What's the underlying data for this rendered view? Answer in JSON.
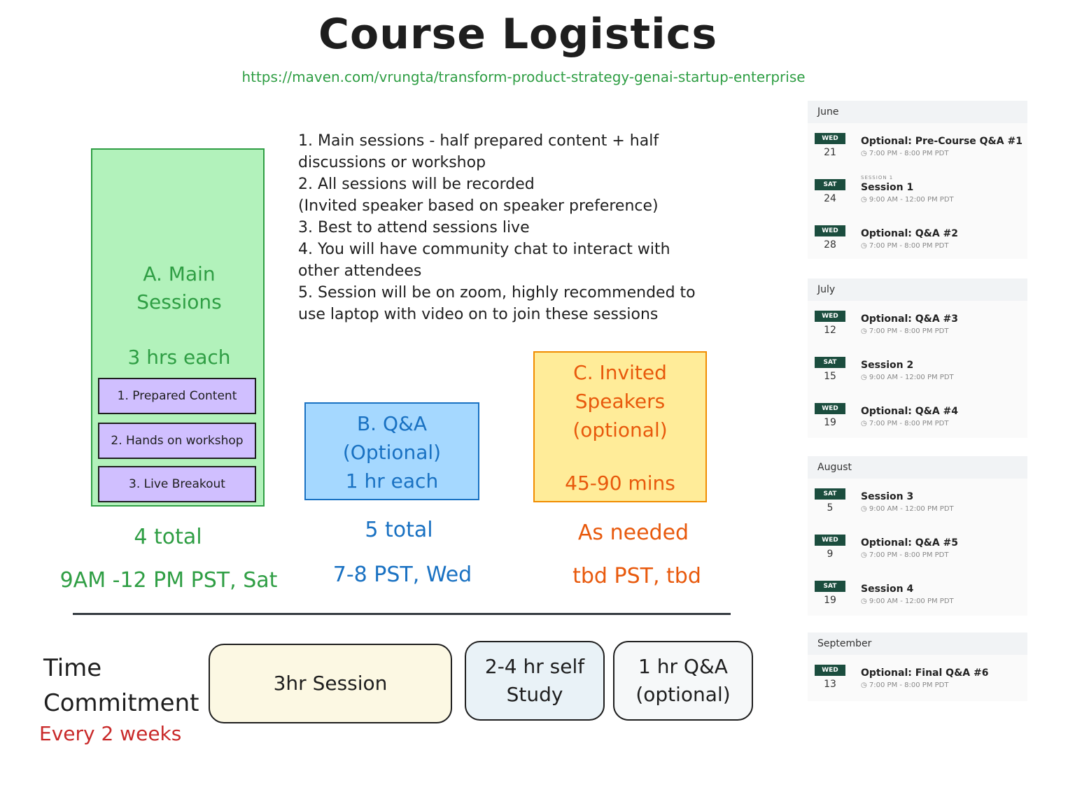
{
  "title": "Course Logistics",
  "url": "https://maven.com/vrungta/transform-product-strategy-genai-startup-enterprise",
  "notes": [
    "1. Main sessions - half prepared content + half",
    "discussions or workshop",
    "2. All sessions will be recorded",
    "(Invited speaker based on speaker preference)",
    "3. Best to attend sessions live",
    "4. You will have community chat to interact with",
    "other attendees",
    "5. Session will be on zoom, highly recommended to",
    "use laptop with video on to join these sessions"
  ],
  "main": {
    "title_line1": "A. Main",
    "title_line2": "Sessions",
    "duration": "3 hrs each",
    "parts": [
      "1. Prepared Content",
      "2. Hands on workshop",
      "3. Live Breakout"
    ],
    "total": "4 total",
    "schedule": "9AM -12 PM PST, Sat"
  },
  "qa": {
    "line1": "B. Q&A",
    "line2": "(Optional)",
    "line3": "1 hr each",
    "total": "5 total",
    "schedule": "7-8 PST, Wed"
  },
  "invited": {
    "line1": "C. Invited",
    "line2": "Speakers",
    "line3": "(optional)",
    "duration": "45-90 mins",
    "total": "As needed",
    "schedule": "tbd PST, tbd"
  },
  "time_commitment": {
    "label_line1": "Time",
    "label_line2": "Commitment",
    "frequency": "Every 2 weeks",
    "session": "3hr Session",
    "self_study_line1": "2-4 hr self",
    "self_study_line2": "Study",
    "qa_line1": "1 hr Q&A",
    "qa_line2": "(optional)"
  },
  "calendar": [
    {
      "month": "June",
      "events": [
        {
          "dow": "WED",
          "day": "21",
          "title": "Optional: Pre-Course Q&A #1",
          "time": "7:00 PM - 8:00 PM PDT",
          "kicker": ""
        },
        {
          "dow": "SAT",
          "day": "24",
          "title": "Session 1",
          "time": "9:00 AM - 12:00 PM PDT",
          "kicker": "SESSION 1"
        },
        {
          "dow": "WED",
          "day": "28",
          "title": "Optional: Q&A #2",
          "time": "7:00 PM - 8:00 PM PDT",
          "kicker": ""
        }
      ]
    },
    {
      "month": "July",
      "events": [
        {
          "dow": "WED",
          "day": "12",
          "title": "Optional: Q&A #3",
          "time": "7:00 PM - 8:00 PM PDT",
          "kicker": ""
        },
        {
          "dow": "SAT",
          "day": "15",
          "title": "Session 2",
          "time": "9:00 AM - 12:00 PM PDT",
          "kicker": ""
        },
        {
          "dow": "WED",
          "day": "19",
          "title": "Optional: Q&A #4",
          "time": "7:00 PM - 8:00 PM PDT",
          "kicker": ""
        }
      ]
    },
    {
      "month": "August",
      "events": [
        {
          "dow": "SAT",
          "day": "5",
          "title": "Session 3",
          "time": "9:00 AM - 12:00 PM PDT",
          "kicker": ""
        },
        {
          "dow": "WED",
          "day": "9",
          "title": "Optional: Q&A #5",
          "time": "7:00 PM - 8:00 PM PDT",
          "kicker": ""
        },
        {
          "dow": "SAT",
          "day": "19",
          "title": "Session 4",
          "time": "9:00 AM - 12:00 PM PDT",
          "kicker": ""
        }
      ]
    },
    {
      "month": "September",
      "events": [
        {
          "dow": "WED",
          "day": "13",
          "title": "Optional: Final Q&A #6",
          "time": "7:00 PM - 8:00 PM PDT",
          "kicker": ""
        }
      ]
    }
  ],
  "colors": {
    "main_fill": "#b2f2bb",
    "main_stroke": "#2f9e44",
    "part_fill": "#d0bfff",
    "qa_fill": "#a5d8ff",
    "qa_stroke": "#1971c2",
    "invited_fill": "#ffec99",
    "invited_text": "#e8590c",
    "frequency_text": "#c92a2a",
    "calendar_badge": "#1b4d3e"
  }
}
